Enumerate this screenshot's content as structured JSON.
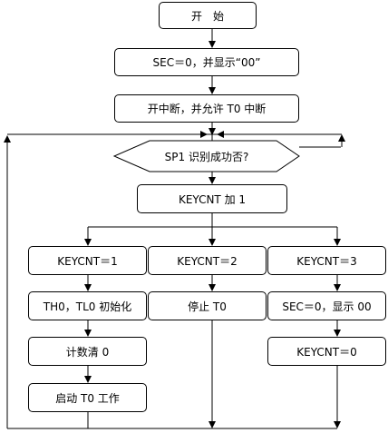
{
  "flowchart": {
    "start": "开　始",
    "init_display": "SEC＝0，并显示“00”",
    "enable_interrupt": "开中断，并允许 T0 中断",
    "decision": "SP1 识别成功否?",
    "keycnt_inc": "KEYCNT 加 1",
    "branches": [
      {
        "case": "KEYCNT＝1",
        "steps": [
          "TH0，TL0 初始化",
          "计数清 0",
          "启动 T0 工作"
        ]
      },
      {
        "case": "KEYCNT＝2",
        "steps": [
          "停止 T0"
        ]
      },
      {
        "case": "KEYCNT＝3",
        "steps": [
          "SEC＝0，显示 00",
          "KEYCNT＝0"
        ]
      }
    ]
  }
}
